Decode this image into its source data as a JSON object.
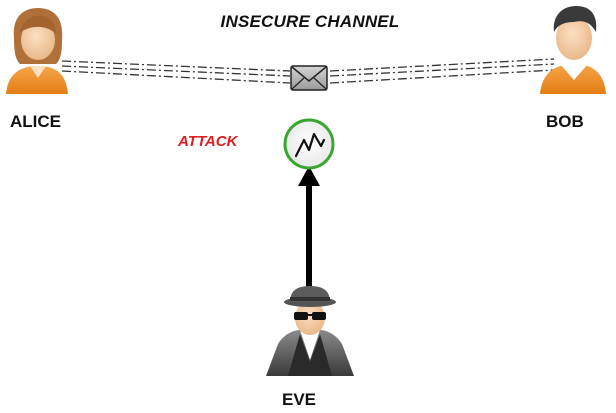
{
  "diagram": {
    "title": "INSECURE CHANNEL",
    "attack_label": "ATTACK",
    "actors": {
      "alice": "ALICE",
      "bob": "BOB",
      "eve": "EVE"
    },
    "icons": [
      "alice-person-icon",
      "bob-person-icon",
      "eve-spy-icon",
      "envelope-icon",
      "attack-signal-icon"
    ],
    "colors": {
      "attack_text": "#e01e1e",
      "attack_ring": "#3aa632",
      "person_shirt": "#f0902a",
      "channel_line": "#333333",
      "spy": "#555555"
    }
  }
}
